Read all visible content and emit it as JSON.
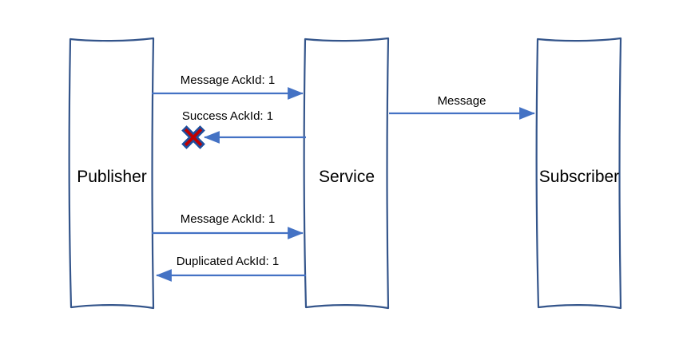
{
  "diagram": {
    "type": "sequence-diagram",
    "title": "",
    "colors": {
      "line": "#3A62A8",
      "box_stroke": "#34558B",
      "arrow": "#4472C4",
      "error_fill": "#C00000",
      "error_stroke": "#1F4E9C",
      "background": "#FFFFFF",
      "text": "#000000"
    },
    "lifelines": [
      {
        "id": "publisher",
        "label": "Publisher"
      },
      {
        "id": "service",
        "label": "Service"
      },
      {
        "id": "subscriber",
        "label": "Subscriber"
      }
    ],
    "messages": [
      {
        "id": "msg-1",
        "label": "Message AckId: 1",
        "from": "publisher",
        "to": "service",
        "direction": "right",
        "failed": false
      },
      {
        "id": "msg-2",
        "label": "Message",
        "from": "service",
        "to": "subscriber",
        "direction": "right",
        "failed": false
      },
      {
        "id": "msg-3",
        "label": "Success AckId: 1",
        "from": "service",
        "to": "publisher",
        "direction": "left",
        "failed": true,
        "failure_marker": "error-x-icon"
      },
      {
        "id": "msg-4",
        "label": "Message AckId: 1",
        "from": "publisher",
        "to": "service",
        "direction": "right",
        "failed": false
      },
      {
        "id": "msg-5",
        "label": "Duplicated AckId: 1",
        "from": "service",
        "to": "publisher",
        "direction": "left",
        "failed": false
      }
    ]
  }
}
